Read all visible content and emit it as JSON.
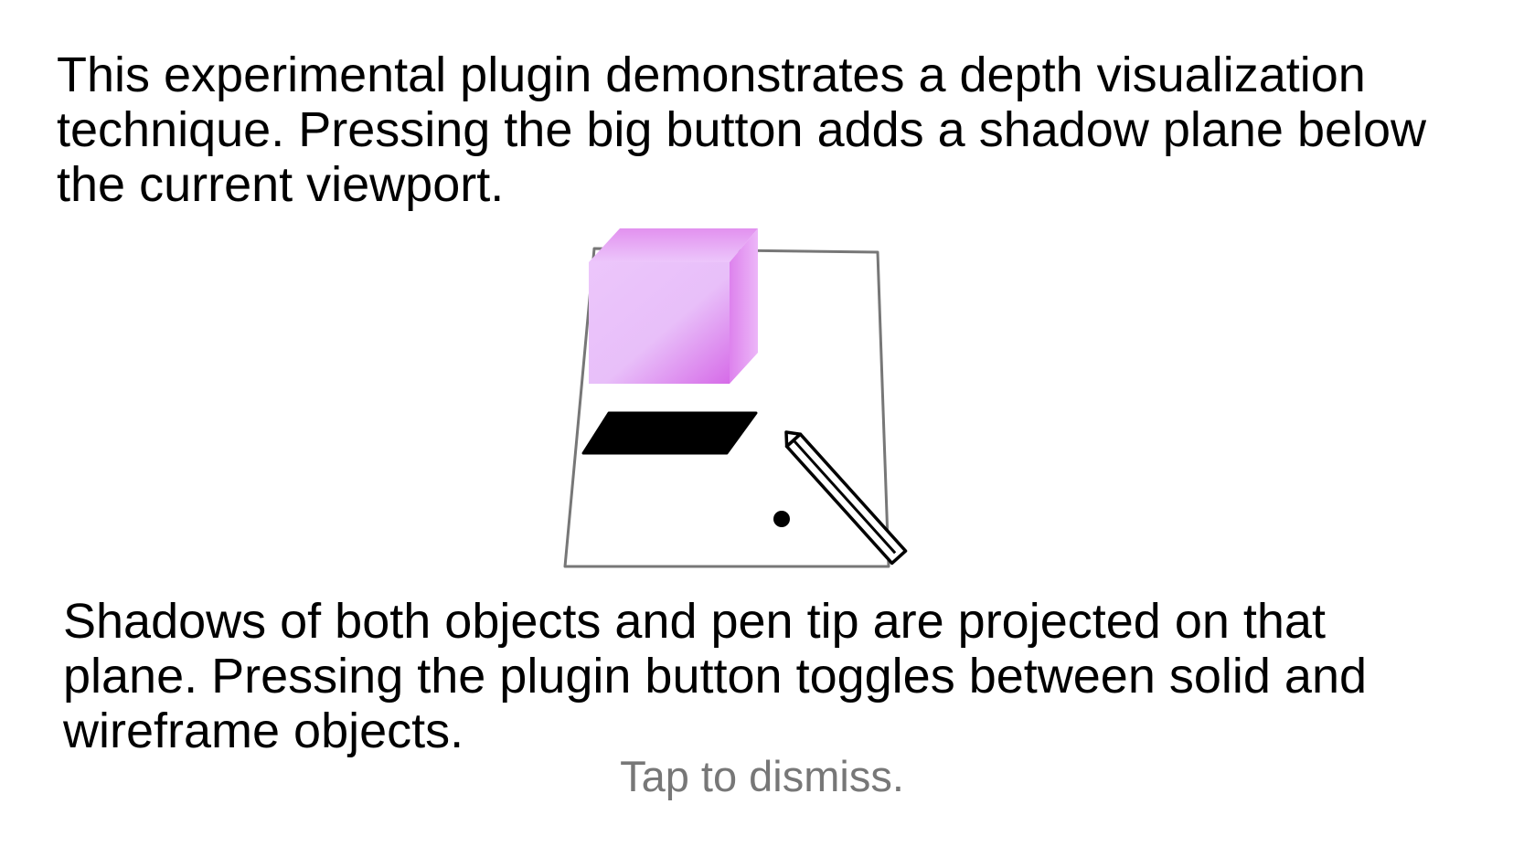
{
  "intro": {
    "text": "This experimental plugin demonstrates a depth visualization technique. Pressing the big button adds a shadow plane below the current viewport."
  },
  "outro": {
    "text": "Shadows of both objects and pen tip are projected on that plane. Pressing the plugin button toggles between solid and wireframe objects."
  },
  "dismiss": {
    "label": "Tap to dismiss."
  },
  "illustration": {
    "icons": [
      "shadow-plane-icon",
      "cube-icon",
      "cube-shadow-icon",
      "pen-icon",
      "pen-tip-shadow-icon"
    ],
    "colors": {
      "cube_light": "#ecc6fb",
      "cube_dark": "#d66be8",
      "plane_stroke": "#777777",
      "shadow": "#000000",
      "dismiss_text": "#777777"
    }
  }
}
